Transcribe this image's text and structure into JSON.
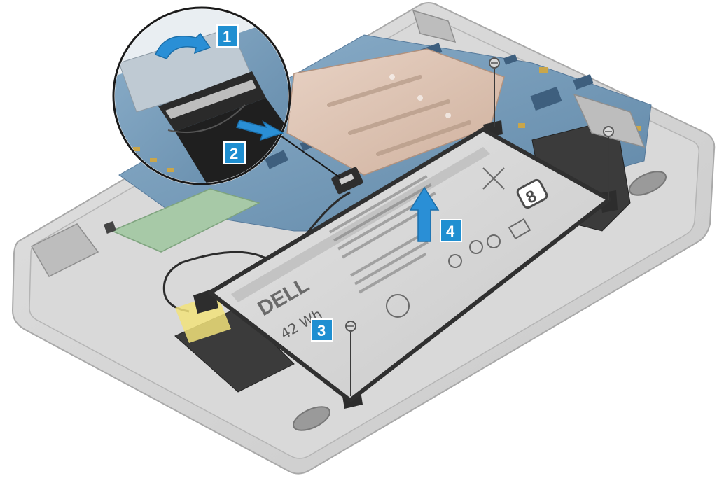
{
  "steps": [
    {
      "label": "1"
    },
    {
      "label": "2"
    },
    {
      "label": "3"
    },
    {
      "label": "4"
    }
  ],
  "battery": {
    "brand": "DELL",
    "capacity": "42 Wh"
  },
  "colors": {
    "callout_blue": "#1f8fd1",
    "arrow_blue": "#2a8fd6",
    "battery_body": "#d7d7d7",
    "chassis_gray": "#cfcfcf",
    "board_blue": "#6f96b5"
  }
}
